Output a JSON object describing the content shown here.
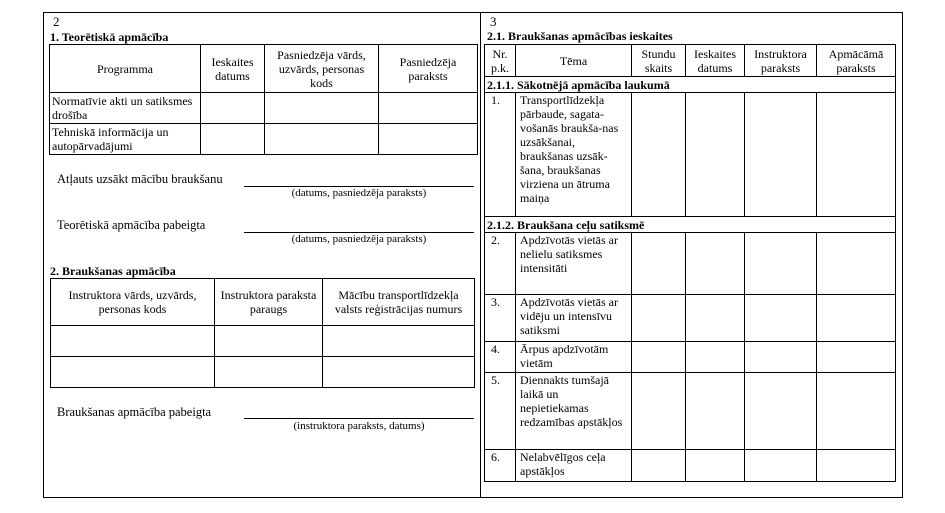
{
  "left": {
    "page_number": "2",
    "section1_title": "1. Teorētiskā apmācība",
    "theory_table": {
      "headers": [
        "Programma",
        "Ieskaites datums",
        "Pasniedzēja vārds, uzvārds, personas kods",
        "Pasniedzēja paraksts"
      ],
      "rows": [
        [
          "Normatīvie akti un satiksmes drošība",
          "",
          "",
          ""
        ],
        [
          "Tehniskā informācija un autopārvadājumi",
          "",
          "",
          ""
        ]
      ]
    },
    "allowed_label": "Atļauts uzsākt mācību braukšanu",
    "allowed_caption": "(datums, pasniedzēja paraksts)",
    "theory_done_label": "Teorētiskā apmācība pabeigta",
    "theory_done_caption": "(datums, pasniedzēja paraksts)",
    "section2_title": "2. Braukšanas apmācība",
    "driving_table": {
      "headers": [
        "Instruktora vārds, uzvārds, personas kods",
        "Instruktora paraksta paraugs",
        "Mācību transportlīdzekļa valsts reģistrācijas numurs"
      ]
    },
    "driving_done_label": "Braukšanas apmācība pabeigta",
    "driving_done_caption": "(instruktora paraksts, datums)"
  },
  "right": {
    "page_number": "3",
    "section_title": "2.1. Braukšanas apmācības ieskaites",
    "table": {
      "headers": [
        "Nr. p.k.",
        "Tēma",
        "Stundu skaits",
        "Ieskaites datums",
        "Instruktora paraksts",
        "Apmācāmā paraksts"
      ],
      "subsection1": "2.1.1. Sākotnējā apmācība laukumā",
      "rows1": [
        {
          "nr": "1.",
          "topic": "Transportlīdzekļa pārbaude, sagata-vošanās braukša-nas uzsākšanai, braukšanas uzsāk-šana, braukšanas virziena un ātruma maiņa"
        }
      ],
      "subsection2": "2.1.2. Braukšana ceļu satiksmē",
      "rows2": [
        {
          "nr": "2.",
          "topic": "Apdzīvotās vietās ar nelielu satiksmes intensitāti"
        },
        {
          "nr": "3.",
          "topic": "Apdzīvotās vietās ar vidēju un intensīvu satiksmi"
        },
        {
          "nr": "4.",
          "topic": "Ārpus apdzīvotām vietām"
        },
        {
          "nr": "5.",
          "topic": "Diennakts tumšajā laikā un nepietiekamas redzamības apstākļos"
        },
        {
          "nr": "6.",
          "topic": "Nelabvēlīgos ceļa apstākļos"
        }
      ]
    }
  }
}
